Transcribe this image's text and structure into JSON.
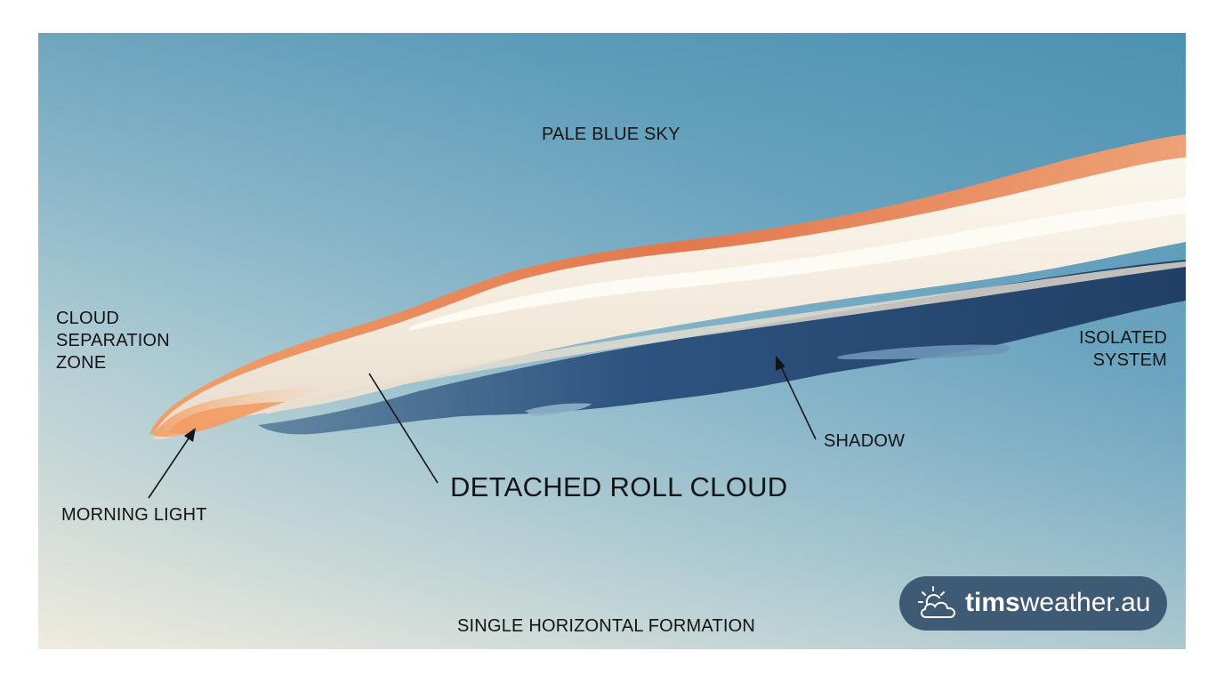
{
  "labels": {
    "sky": "PALE BLUE SKY",
    "separation": [
      "CLOUD",
      "SEPARATION",
      "ZONE"
    ],
    "isolated": [
      "ISOLATED",
      "SYSTEM"
    ],
    "shadow": "SHADOW",
    "main": "DETACHED ROLL CLOUD",
    "morning": "MORNING LIGHT",
    "formation": "SINGLE HORIZONTAL FORMATION"
  },
  "brand": {
    "bold": "tims",
    "regular": "weather.au",
    "icon": "sun-behind-cloud-icon"
  },
  "colors": {
    "sky_top": "#4a92b1",
    "sky_bottom": "#f5efe0",
    "cloud_body": "#f5efe3",
    "cloud_glow": "#e8875a",
    "shadow": "#274b72",
    "badge": "#3f5a74"
  }
}
